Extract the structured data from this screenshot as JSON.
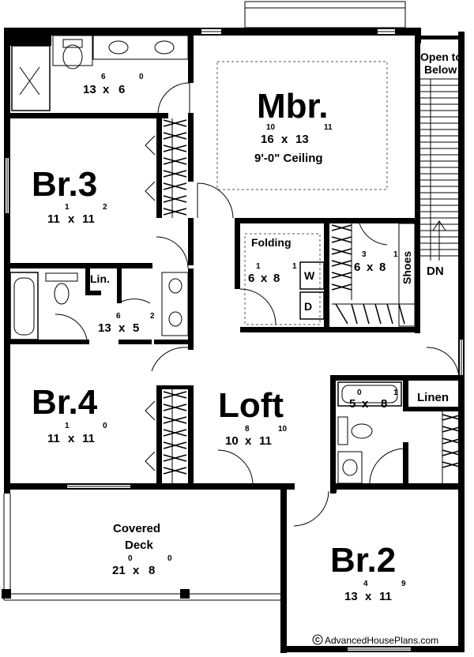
{
  "rooms": {
    "mbr": {
      "name": "Mbr.",
      "w": "16",
      "w_in": "10",
      "h": "13",
      "h_in": "11",
      "note": "9'-0\" Ceiling"
    },
    "br3": {
      "name": "Br.3",
      "w": "11",
      "w_in": "1",
      "h": "11",
      "h_in": "2"
    },
    "br4": {
      "name": "Br.4",
      "w": "11",
      "w_in": "1",
      "h": "11",
      "h_in": "0"
    },
    "br2": {
      "name": "Br.2",
      "w": "13",
      "w_in": "4",
      "h": "11",
      "h_in": "9"
    },
    "loft": {
      "name": "Loft",
      "w": "10",
      "w_in": "8",
      "h": "11",
      "h_in": "10"
    },
    "master_bath": {
      "w": "13",
      "w_in": "6",
      "h": "6",
      "h_in": "0"
    },
    "hall_bath": {
      "w": "13",
      "w_in": "6",
      "h": "5",
      "h_in": "2"
    },
    "laundry": {
      "label": "Folding",
      "w": "6",
      "w_in": "1",
      "h": "8",
      "h_in": "1",
      "washer": "W",
      "dryer": "D"
    },
    "wic": {
      "w": "6",
      "w_in": "3",
      "h": "8",
      "h_in": "1",
      "shoes": "Shoes"
    },
    "br2_bath": {
      "w": "5",
      "w_in": "0",
      "h": "8",
      "h_in": "1"
    },
    "linen": "Linen",
    "lin": "Lin.",
    "covered_deck": {
      "line1": "Covered",
      "line2": "Deck",
      "w": "21",
      "w_in": "0",
      "h": "8",
      "h_in": "0"
    }
  },
  "stairs": {
    "open_to_below": "Open to\nBelow",
    "open_line1": "Open to",
    "open_line2": "Below",
    "dn": "DN"
  },
  "copyright": "AdvancedHousePlans.com"
}
